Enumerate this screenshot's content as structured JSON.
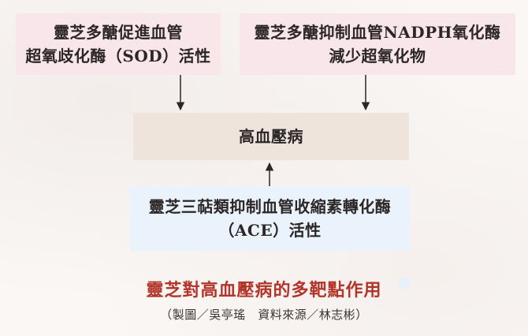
{
  "diagram": {
    "boxes": {
      "left": {
        "line1": "靈芝多醣促進血管",
        "line2": "超氧歧化酶（SOD）活性"
      },
      "right": {
        "line1": "靈芝多醣抑制血管NADPH氧化酶",
        "line2": "減少超氧化物"
      },
      "center": {
        "line1": "高血壓病"
      },
      "bottom": {
        "line1": "靈芝三萜類抑制血管收縮素轉化酶",
        "line2": "（ACE）活性"
      }
    },
    "colors": {
      "pink_box": "#f9e6ea",
      "beige_box": "#efe4dc",
      "blue_box": "#eaf2fb",
      "title_red": "#b3352a"
    }
  },
  "caption": {
    "title": "靈芝對高血壓病的多靶點作用",
    "credit": "（製圖／吳亭瑤　資料來源／林志彬）"
  }
}
